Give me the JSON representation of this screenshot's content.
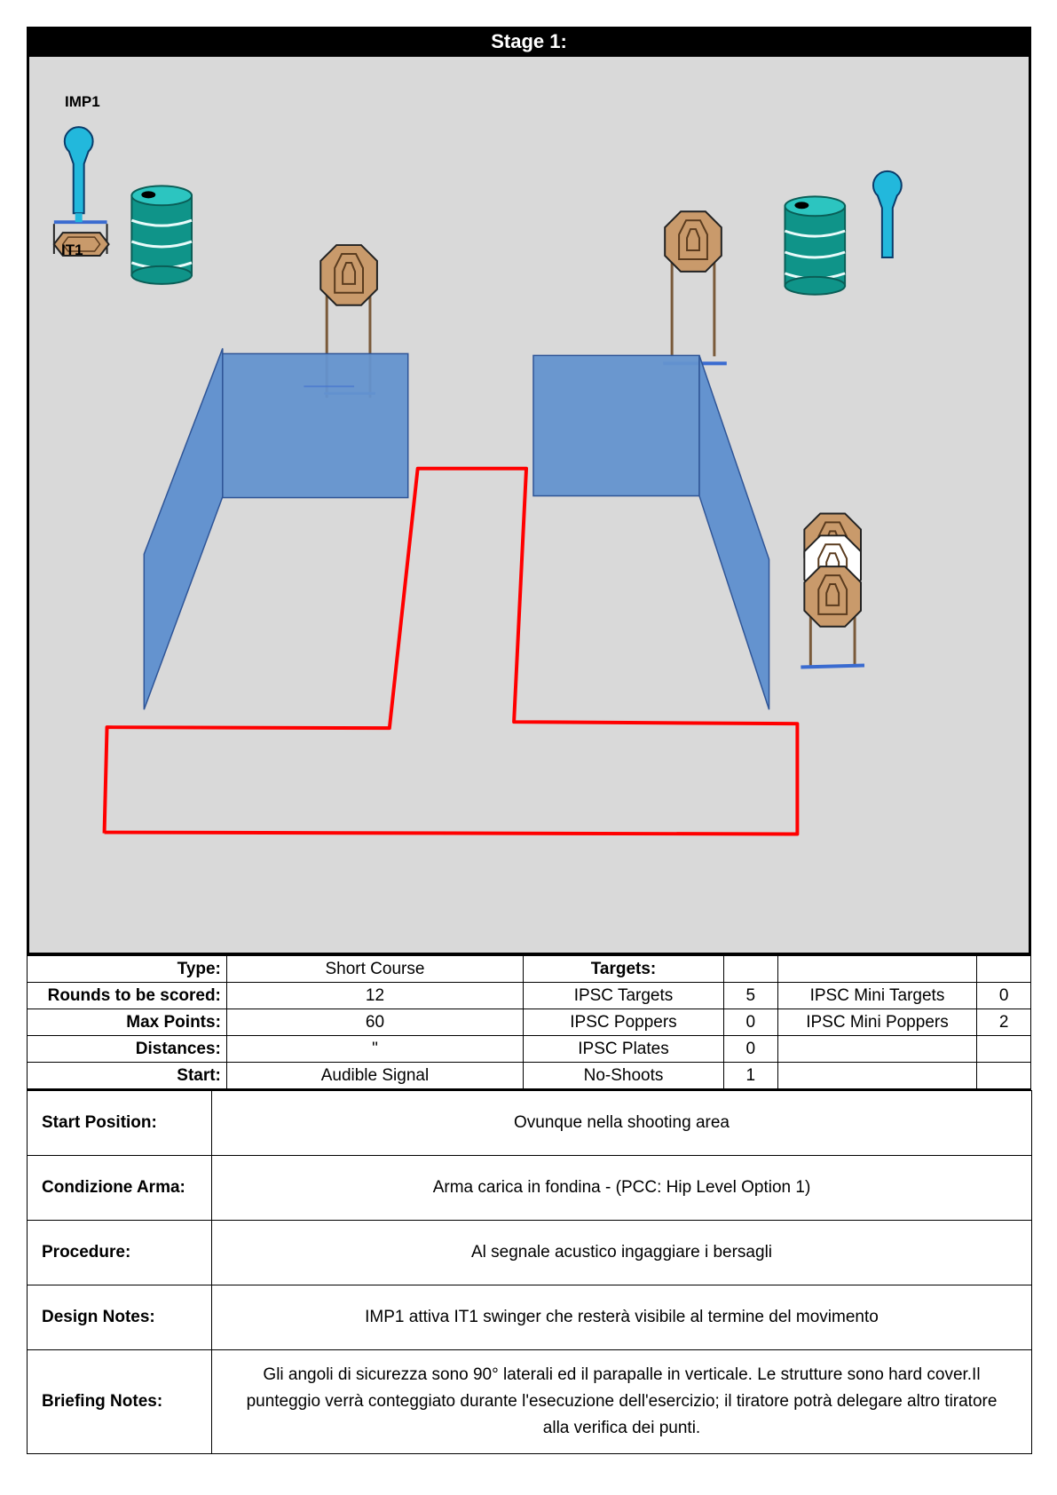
{
  "stage": {
    "title": "Stage 1:"
  },
  "diagram": {
    "labels": {
      "activator": "IMP1",
      "swinger": "IT1"
    },
    "colors": {
      "wall": "#6493cf",
      "fault_line": "#ff0000",
      "target": "#c99a6b",
      "no_shoot": "#ffffff",
      "barrel": "#0f9489",
      "activator": "#22b8dc"
    }
  },
  "info": {
    "rows": [
      {
        "label": "Type:",
        "value": "Short Course",
        "c1": "Targets:",
        "n1": "",
        "c2": "",
        "n2": ""
      },
      {
        "label": "Rounds to be scored:",
        "value": "12",
        "c1": "IPSC Targets",
        "n1": "5",
        "c2": "IPSC Mini Targets",
        "n2": "0"
      },
      {
        "label": "Max Points:",
        "value": "60",
        "c1": "IPSC Poppers",
        "n1": "0",
        "c2": "IPSC Mini Poppers",
        "n2": "2"
      },
      {
        "label": "Distances:",
        "value": "\"",
        "c1": "IPSC Plates",
        "n1": "0",
        "c2": "",
        "n2": ""
      },
      {
        "label": "Start:",
        "value": "Audible Signal",
        "c1": "No-Shoots",
        "n1": "1",
        "c2": "",
        "n2": ""
      }
    ]
  },
  "notes": {
    "start_position": {
      "label": "Start Position:",
      "value": "Ovunque nella shooting area"
    },
    "condizione_arma": {
      "label": "Condizione Arma:",
      "value": "Arma carica in fondina - (PCC: Hip Level Option 1)"
    },
    "procedure": {
      "label": "Procedure:",
      "value": "Al segnale acustico ingaggiare i bersagli"
    },
    "design_notes": {
      "label": "Design Notes:",
      "value": "IMP1  attiva  IT1 swinger che resterà visibile al termine del movimento"
    },
    "briefing_notes": {
      "label": "Briefing Notes:",
      "value": "Gli angoli di sicurezza sono 90° laterali ed il parapalle in verticale. Le strutture sono hard cover.Il punteggio verrà conteggiato durante l'esecuzione dell'esercizio; il tiratore potrà delegare altro tiratore alla verifica  dei punti."
    }
  }
}
